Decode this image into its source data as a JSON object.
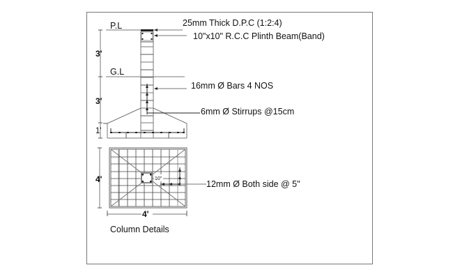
{
  "drawing": {
    "title": "Column Details",
    "levels": {
      "plinth_level": "P.L",
      "ground_level": "G.L"
    },
    "dimensions": {
      "upper_height": "3'",
      "lower_height": "3'",
      "footing_depth": "1'",
      "plan_height": "4'",
      "plan_width": "4'",
      "column_size": "10\""
    },
    "annotations": {
      "dpc": "25mm Thick D.P.C (1:2:4)",
      "plinth_beam": "10\"x10\"  R.C.C Plinth Beam(Band)",
      "main_bars": "16mm Ø Bars 4 NOS",
      "stirrups": "6mm Ø  Stirrups @15cm",
      "mesh": "12mm Ø  Both side @ 5\""
    }
  }
}
